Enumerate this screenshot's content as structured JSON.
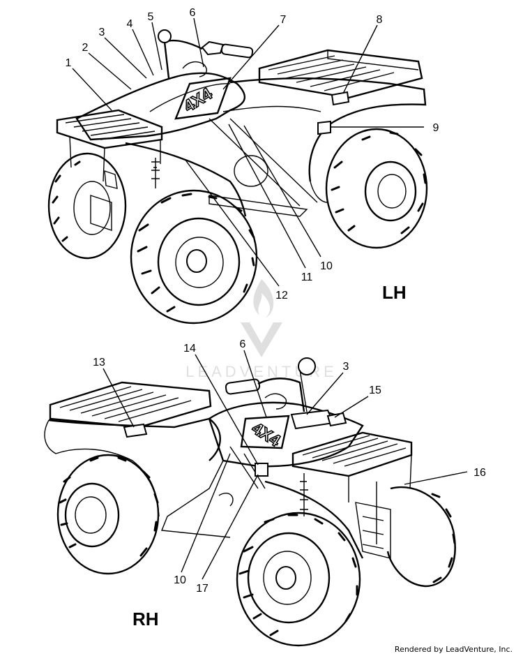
{
  "lh": {
    "side_label": "LH",
    "callouts": [
      "1",
      "2",
      "3",
      "4",
      "5",
      "6",
      "7",
      "8",
      "9",
      "10",
      "11",
      "12"
    ]
  },
  "rh": {
    "side_label": "RH",
    "callouts": [
      "13",
      "14",
      "6",
      "3",
      "15",
      "16",
      "10",
      "17"
    ]
  },
  "decal_text": "4X4",
  "watermark": "LEADVENTURE",
  "credit": "Rendered by LeadVenture, Inc."
}
